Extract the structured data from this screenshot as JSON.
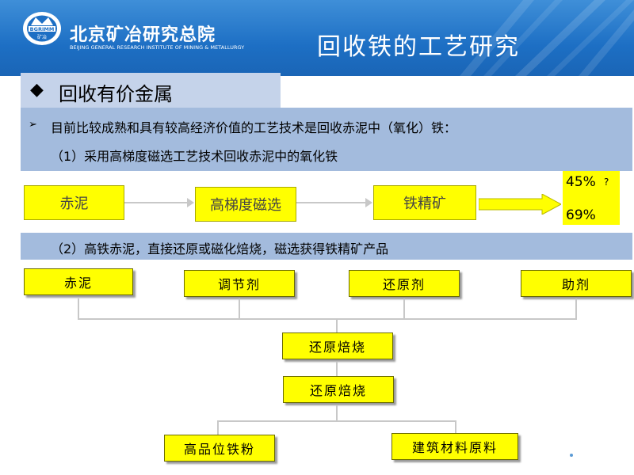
{
  "header": {
    "org_name_cn": "北京矿冶研究总院",
    "org_name_en": "BEIJING GENERAL RESEARCH INSTITUTE OF MINING & METALLURGY",
    "logo_text_top": "BGRIMM",
    "logo_text_bottom": "矿冶",
    "slide_title": "回收铁的工艺研究"
  },
  "section": {
    "bullet": "◆",
    "title": "回收有价金属"
  },
  "intro": {
    "bullet": "➢",
    "line1": "目前比较成熟和具有较高经济价值的工艺技术是回收赤泥中（氧化）铁：",
    "line2": "（1）采用高梯度磁选工艺技术回收赤泥中的氧化铁"
  },
  "flow1": {
    "steps": [
      "赤泥",
      "高梯度磁选",
      "铁精矿"
    ],
    "result_top": "45%",
    "result_question": "?",
    "result_bottom": "69%"
  },
  "method2": {
    "title": "（2）高铁赤泥，直接还原或磁化焙烧，磁选获得铁精矿产品"
  },
  "flow2": {
    "inputs": [
      "赤泥",
      "调节剂",
      "还原剂",
      "助剂"
    ],
    "process1": "还原焙烧",
    "process2": "还原焙烧",
    "outputs": [
      "高品位铁粉",
      "建筑材料原料"
    ]
  },
  "colors": {
    "header_blue": "#1d6fc4",
    "band_blue": "#a3bbdd",
    "section_blue": "#c5d3ea",
    "box_yellow": "#ffff00"
  }
}
